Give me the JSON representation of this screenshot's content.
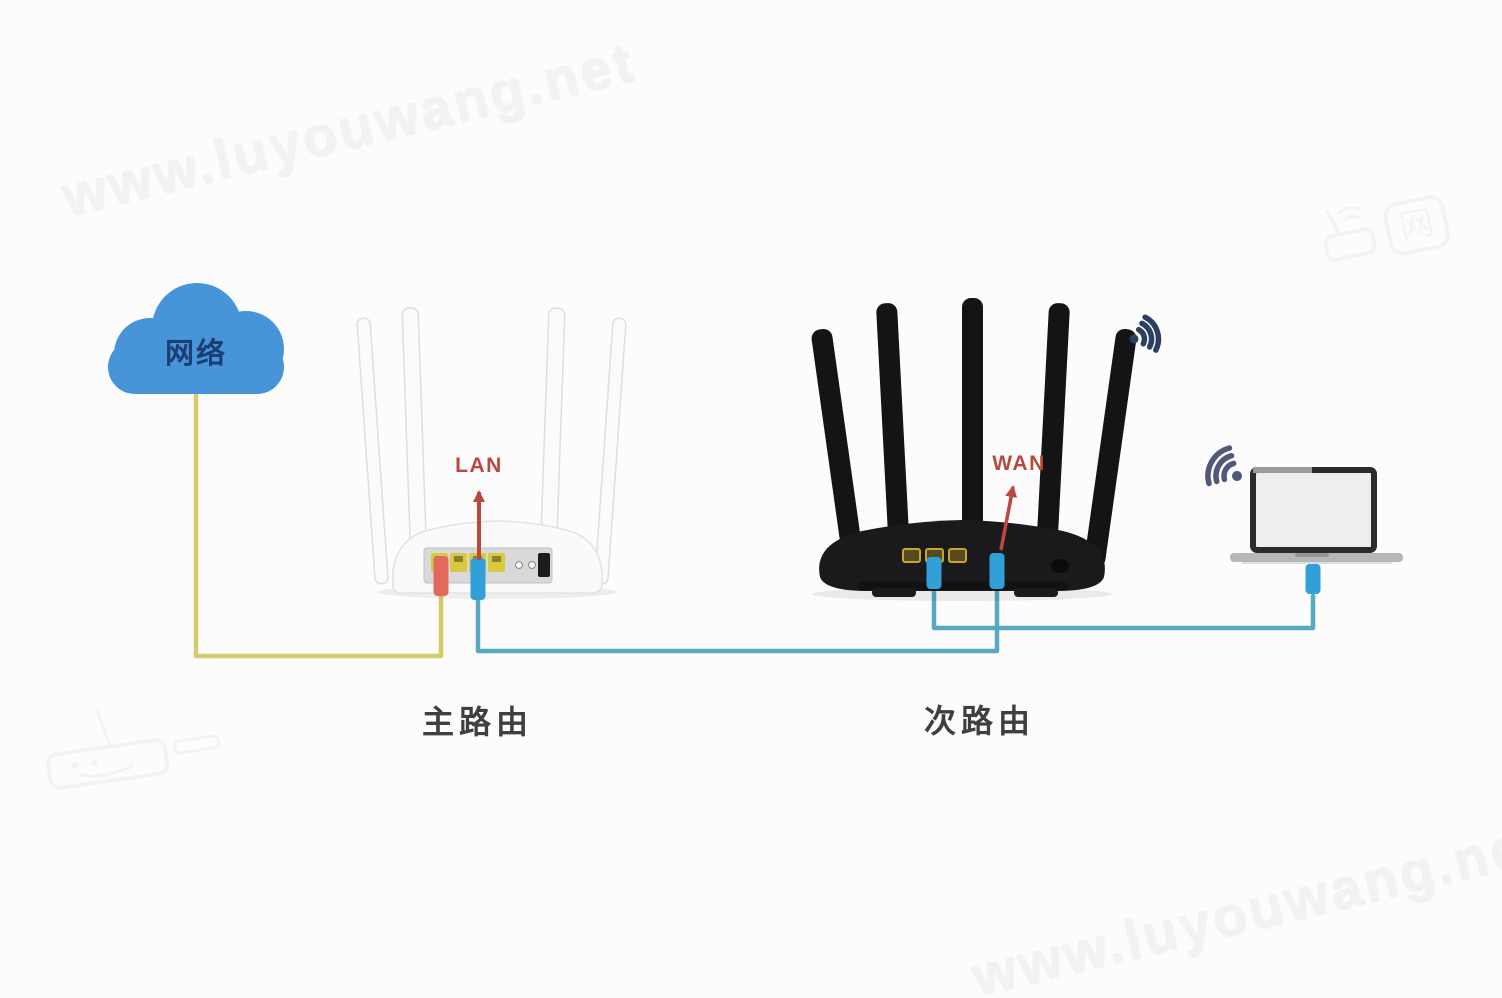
{
  "watermark": {
    "text": "www.luyouwang.net",
    "logo_char": "网"
  },
  "cloud": {
    "label": "网络"
  },
  "main_router": {
    "caption": "主路由",
    "port_label": "LAN"
  },
  "secondary_router": {
    "caption": "次路由",
    "port_label": "WAN"
  },
  "colors": {
    "background": "#fcfcfd",
    "cloud_fill": "#4795d8",
    "cloud_label": "#1c3e74",
    "cable_yellow": "#d6ca6a",
    "cable_blue": "#57a9c0",
    "connector_red": "#e4695d",
    "connector_blue": "#31a0d8",
    "arrow_red": "#b8493e",
    "caption_gray": "#3f3f3f",
    "wifi_navy": "#2c3f63",
    "wifi_gray": "#50597a",
    "router_black": "#1a1a1c",
    "port_yellow": "#d8c93e"
  }
}
